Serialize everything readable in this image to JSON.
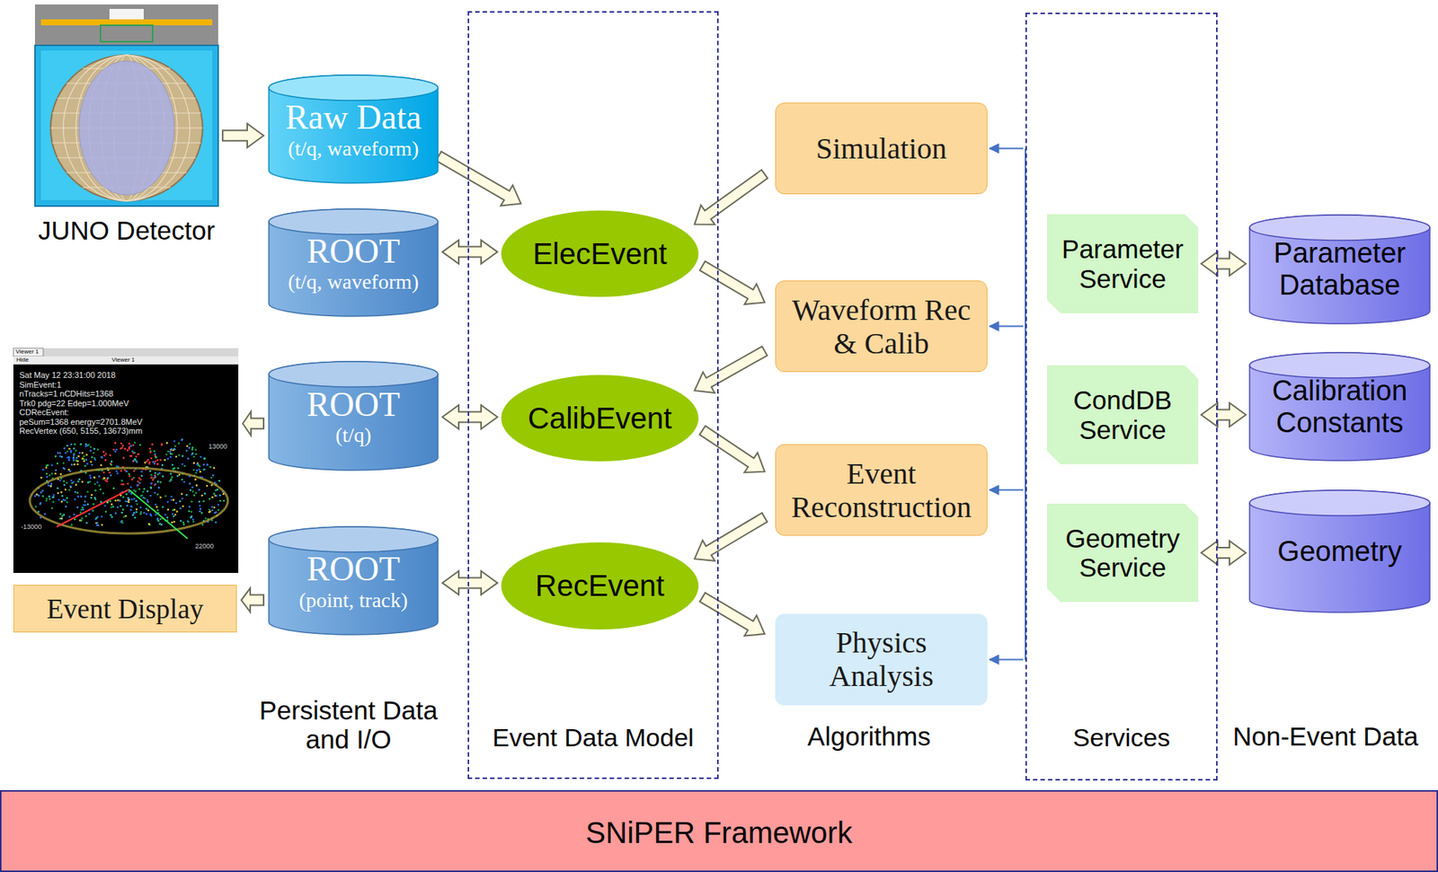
{
  "diagram": {
    "nodes": [
      {
        "text": [
          "JUNO Detector"
        ]
      },
      {
        "text": [
          "Raw Data",
          "(t/q, waveform)"
        ]
      },
      {
        "text": [
          "ROOT",
          "(t/q, waveform)"
        ]
      },
      {
        "text": [
          "Viewer 1",
          "Hide",
          "Viewer 1",
          "Sat May 12 23:31:00 2018",
          "SimEvent:1",
          "nTracks=1 nCDHits=1368",
          "Trk0 pdg=22 Edep=1.000MeV",
          "CDRecEvent:",
          "peSum=1368 energy=2701.8MeV",
          "RecVertex (650, 5155, 13673)mm",
          "13000",
          "-13000",
          "22000"
        ]
      },
      {
        "text": [
          "ROOT",
          "(t/q)"
        ]
      },
      {
        "text": [
          "ROOT",
          "(point, track)"
        ]
      },
      {
        "text": [
          "Event Display"
        ]
      },
      {
        "text": [
          "Event Data Model"
        ]
      },
      {
        "text": [
          "ElecEvent"
        ],
        "in": 7
      },
      {
        "text": [
          "CalibEvent"
        ],
        "in": 7
      },
      {
        "text": [
          "RecEvent"
        ],
        "in": 7
      },
      {
        "text": [
          "Simulation"
        ]
      },
      {
        "text": [
          "Waveform Rec & Calib"
        ]
      },
      {
        "text": [
          "Event Reconstruction"
        ]
      },
      {
        "text": [
          "Physics Analysis"
        ]
      },
      {
        "text": [
          "Services"
        ]
      },
      {
        "text": [
          "Parameter Service"
        ],
        "in": 15
      },
      {
        "text": [
          "CondDB Service"
        ],
        "in": 15
      },
      {
        "text": [
          "Geometry Service"
        ],
        "in": 15
      },
      {
        "text": [
          "Parameter Database"
        ]
      },
      {
        "text": [
          "Calibration Constants"
        ]
      },
      {
        "text": [
          "Geometry"
        ]
      },
      {
        "text": [
          "SNiPER Framework"
        ]
      }
    ],
    "edges": [
      {
        "from": 0,
        "to": 1,
        "arrow": "to"
      },
      {
        "from": 1,
        "to": 8,
        "arrow": "to"
      },
      {
        "from": 2,
        "to": 8,
        "arrow": "both"
      },
      {
        "from": 4,
        "to": 9,
        "arrow": "both"
      },
      {
        "from": 5,
        "to": 10,
        "arrow": "both"
      },
      {
        "from": 4,
        "to": 3,
        "arrow": "to"
      },
      {
        "from": 5,
        "to": 6,
        "arrow": "to"
      },
      {
        "from": 11,
        "to": 8,
        "arrow": "to"
      },
      {
        "from": 8,
        "to": 12,
        "arrow": "to"
      },
      {
        "from": 12,
        "to": 9,
        "arrow": "to"
      },
      {
        "from": 9,
        "to": 13,
        "arrow": "to"
      },
      {
        "from": 13,
        "to": 10,
        "arrow": "to"
      },
      {
        "from": 10,
        "to": 14,
        "arrow": "to"
      },
      {
        "from": 15,
        "to": 11,
        "arrow": "to"
      },
      {
        "from": 15,
        "to": 12,
        "arrow": "to"
      },
      {
        "from": 15,
        "to": 13,
        "arrow": "to"
      },
      {
        "from": 15,
        "to": 14,
        "arrow": "to"
      },
      {
        "from": 16,
        "to": 19,
        "arrow": "both"
      },
      {
        "from": 17,
        "to": 20,
        "arrow": "both"
      },
      {
        "from": 18,
        "to": 21,
        "arrow": "both"
      }
    ],
    "labels": [
      "Persistent Data and I/O",
      "Algorithms",
      "Non-Event Data"
    ]
  }
}
